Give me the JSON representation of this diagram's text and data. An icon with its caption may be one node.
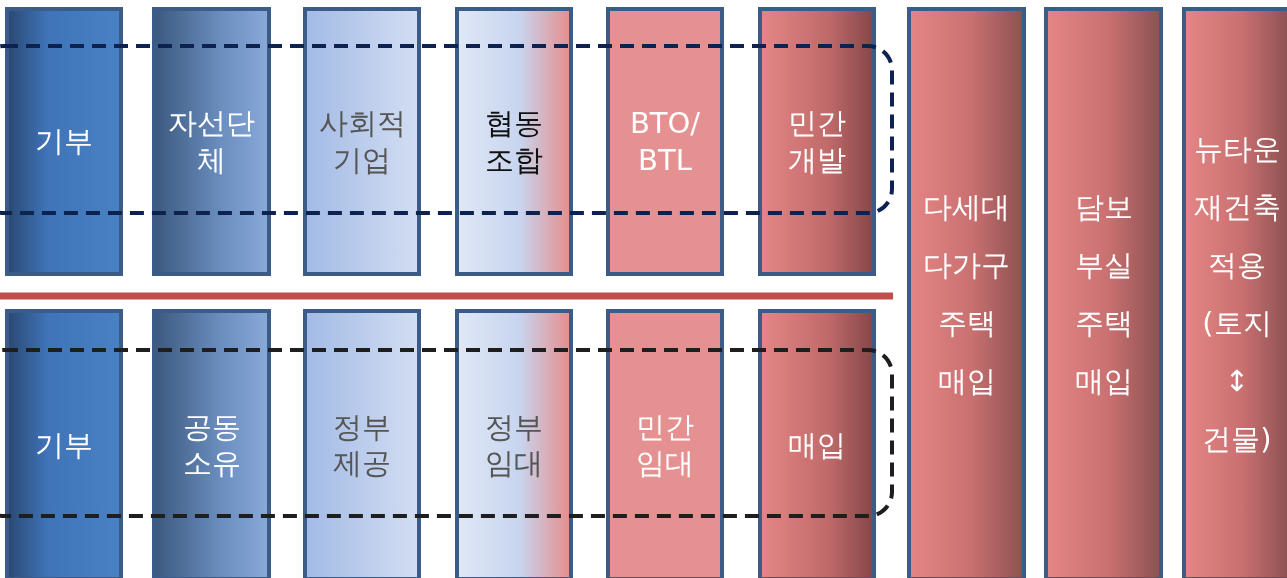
{
  "diagram": {
    "nodes": [
      {
        "text": [
          "기부"
        ]
      },
      {
        "text": [
          "자선단체"
        ]
      },
      {
        "text": [
          "사회적 기업"
        ]
      },
      {
        "text": [
          "협동 조합"
        ]
      },
      {
        "text": [
          "BTO/ BTL"
        ]
      },
      {
        "text": [
          "민간 개발"
        ]
      },
      {
        "text": [
          "기부"
        ]
      },
      {
        "text": [
          "공동 소유"
        ]
      },
      {
        "text": [
          "정부 제공"
        ]
      },
      {
        "text": [
          "정부 임대"
        ]
      },
      {
        "text": [
          "민간 임대"
        ]
      },
      {
        "text": [
          "매입"
        ]
      },
      {
        "text": [
          "다세대 다가구 주택 매입"
        ]
      },
      {
        "text": [
          "담보 부실 주택 매입"
        ]
      },
      {
        "text": [
          "뉴타운 재건축 적용 (토지 ↕ 건물)"
        ]
      }
    ]
  }
}
